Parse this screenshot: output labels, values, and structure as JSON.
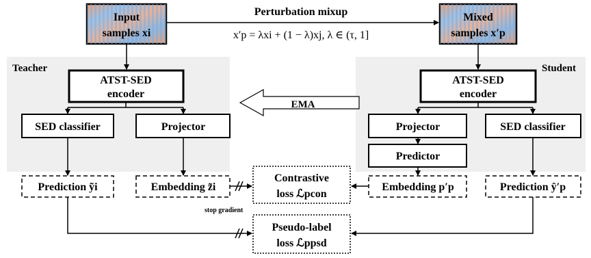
{
  "header": {
    "mix_title": "Perturbation mixup",
    "mix_formula": "x′p = λxi + (1 − λ)xj, λ ∈ (τ, 1]"
  },
  "input": {
    "line1": "Input",
    "line2": "samples xi"
  },
  "mixed": {
    "line1": "Mixed",
    "line2": "samples x′p"
  },
  "teacher": {
    "label": "Teacher",
    "encoder_line1": "ATST-SED",
    "encoder_line2": "encoder",
    "classifier": "SED classifier",
    "projector": "Projector"
  },
  "student": {
    "label": "Student",
    "encoder_line1": "ATST-SED",
    "encoder_line2": "encoder",
    "projector": "Projector",
    "predictor": "Predictor",
    "classifier": "SED classifier"
  },
  "ema": "EMA",
  "outputs": {
    "teacher_prediction": "Prediction ỹi",
    "teacher_embedding": "Embedding z̃i",
    "student_embedding": "Embedding p′p",
    "student_prediction": "Prediction ŷ′p"
  },
  "losses": {
    "contrastive_line1": "Contrastive",
    "contrastive_line2": "loss ℒpcon",
    "pseudo_line1": "Pseudo-label",
    "pseudo_line2": "loss ℒppsd"
  },
  "stop_gradient": "stop gradient",
  "colors": {
    "panel": "#efefef",
    "spectro_blue": "#9fc2e6",
    "spectro_orange": "#f2a476"
  }
}
